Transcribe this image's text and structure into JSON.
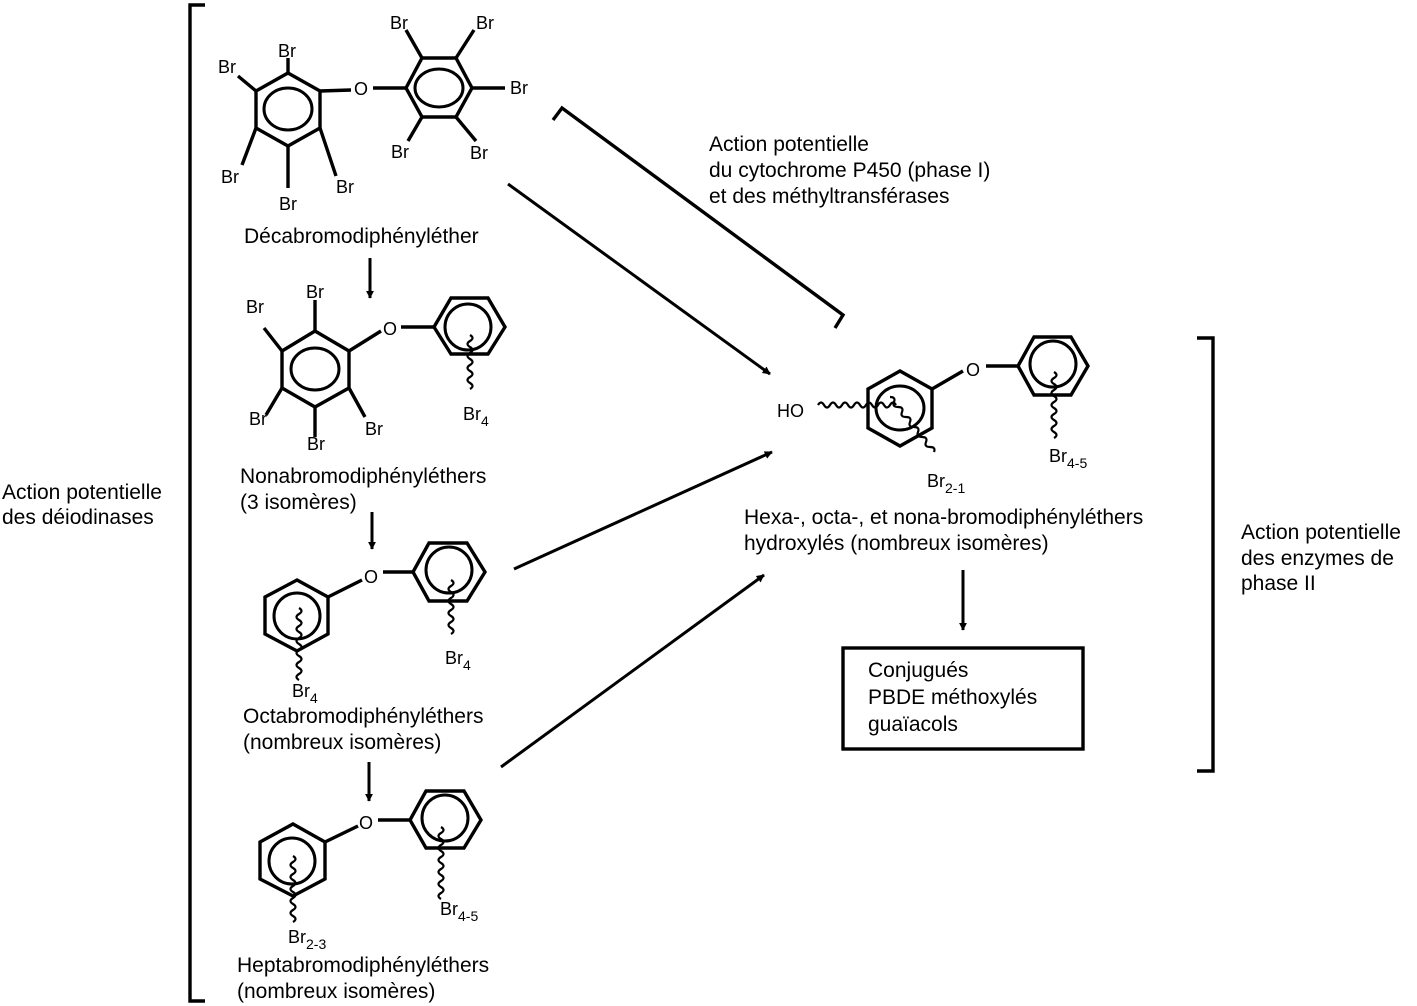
{
  "diagram": {
    "title": "Métabolisme potentiel du décabromodiphényléther",
    "compounds": [
      {
        "id": "deca",
        "name": "Décabromodiphényléther",
        "subtitle": "",
        "substituents": [
          "Br",
          "Br",
          "Br",
          "Br",
          "Br",
          "Br",
          "Br",
          "Br",
          "Br",
          "Br"
        ],
        "bridge_atom": "O"
      },
      {
        "id": "nona",
        "name": "Nonabromodiphényléthers",
        "subtitle": "(3 isomères)",
        "substituents": [
          "Br",
          "Br",
          "Br",
          "Br",
          "Br"
        ],
        "variable_group": {
          "base": "Br",
          "sub": "4"
        },
        "bridge_atom": "O"
      },
      {
        "id": "octa",
        "name": "Octabromodiphényléthers",
        "subtitle": "(nombreux isomères)",
        "variable_groups": [
          {
            "base": "Br",
            "sub": "4"
          },
          {
            "base": "Br",
            "sub": "4"
          }
        ],
        "bridge_atom": "O"
      },
      {
        "id": "hepta",
        "name": "Heptabromodiphényléthers",
        "subtitle": "(nombreux isomères)",
        "variable_groups": [
          {
            "base": "Br",
            "sub": "2-3"
          },
          {
            "base": "Br",
            "sub": "4-5"
          }
        ],
        "bridge_atom": "O"
      },
      {
        "id": "hydroxylated",
        "name": "Hexa-, octa-, et nona-bromodiphényléthers",
        "subtitle": "hydroxylés (nombreux isomères)",
        "hydroxyl": "HO",
        "variable_groups": [
          {
            "base": "Br",
            "sub": "2-1"
          },
          {
            "base": "Br",
            "sub": "4-5"
          }
        ],
        "bridge_atom": "O"
      }
    ],
    "products_box": {
      "lines": [
        "Conjugués",
        "PBDE méthoxylés",
        "guaïacols"
      ]
    },
    "enzyme_annotations": {
      "deiodinases": [
        "Action potentielle",
        "des déiodinases"
      ],
      "cytochrome": [
        "Action potentielle",
        "du cytochrome P450 (phase I)",
        "et des méthyltransférases"
      ],
      "phase2": [
        "Action potentielle",
        "des enzymes de",
        "phase II"
      ]
    },
    "edges": [
      {
        "from": "deca",
        "to": "nona"
      },
      {
        "from": "nona",
        "to": "octa"
      },
      {
        "from": "octa",
        "to": "hepta"
      },
      {
        "from": "deca",
        "to": "hydroxylated"
      },
      {
        "from": "octa",
        "to": "hydroxylated"
      },
      {
        "from": "hepta",
        "to": "hydroxylated"
      },
      {
        "from": "hydroxylated",
        "to": "products_box"
      }
    ]
  }
}
